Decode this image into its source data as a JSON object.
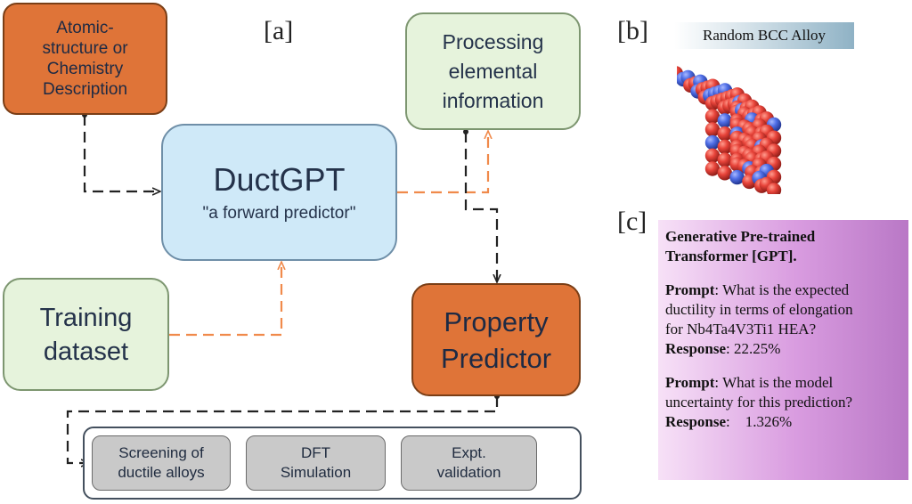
{
  "panels": {
    "a": "[a]",
    "b": "[b]",
    "c": "[c]"
  },
  "nodes": {
    "atomic": [
      "Atomic-",
      "structure or",
      "Chemistry",
      "Description"
    ],
    "processing": [
      "Processing",
      "elemental",
      "information"
    ],
    "ductgpt": {
      "title": "DuctGPT",
      "subtitle": "\"a forward predictor\""
    },
    "training": [
      "Training",
      "dataset"
    ],
    "property": [
      "Property",
      "Predictor"
    ]
  },
  "outputs": {
    "screening": [
      "Screening of",
      "ductile alloys"
    ],
    "dft": [
      "DFT",
      "Simulation"
    ],
    "expt": [
      "Expt.",
      "validation"
    ]
  },
  "alloy": {
    "title": "Random BCC Alloy"
  },
  "gpt": {
    "heading": [
      "Generative Pre-trained",
      "Transformer [GPT]."
    ],
    "prompt_label": "Prompt",
    "response_label": "Response",
    "q1_lines": [
      ": What is the expected",
      "ductility in terms of elongation",
      "for Nb4Ta4V3Ti1 HEA?"
    ],
    "r1": ": 22.25%",
    "q2_lines": [
      ": What is the model",
      "uncertainty for this prediction?"
    ],
    "r2": ":    1.326%"
  },
  "colors": {
    "orange": "#df7438",
    "green": "#e6f3dc",
    "blue": "#cfe9f8",
    "arrow_orange": "#f08a4b",
    "arrow_dark": "#222222",
    "atom_red": "#e8443a",
    "atom_blue": "#4f6ee6"
  }
}
